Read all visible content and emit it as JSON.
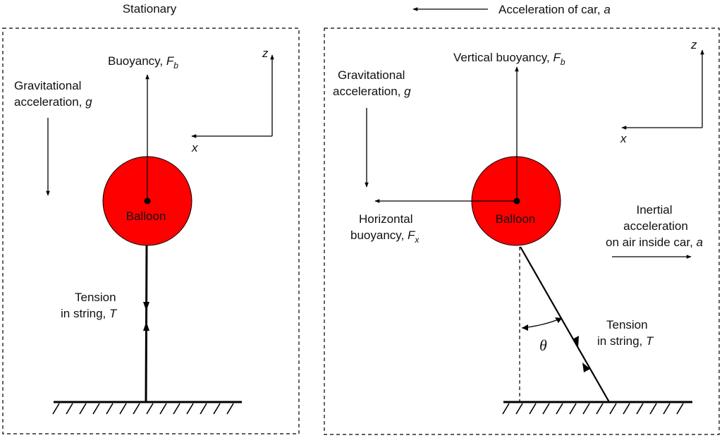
{
  "colors": {
    "balloon": "#ff0000",
    "ink": "#000000"
  },
  "left_panel": {
    "title": "Stationary",
    "buoyancy": "Buoyancy, ",
    "buoyancy_sym": "F",
    "buoyancy_sub": "b",
    "grav_line1": "Gravitational",
    "grav_line2": "acceleration, ",
    "grav_sym": "g",
    "balloon": "Balloon",
    "tension_line1": "Tension",
    "tension_line2": "in string, ",
    "tension_sym": "T",
    "axis_z": "z",
    "axis_x": "x"
  },
  "right_panel": {
    "title": "Acceleration of car, ",
    "title_sym": "a",
    "buoyancy": "Vertical buoyancy, ",
    "buoyancy_sym": "F",
    "buoyancy_sub": "b",
    "grav_line1": "Gravitational",
    "grav_line2": "acceleration, ",
    "grav_sym": "g",
    "balloon": "Balloon",
    "hbuoy_line1": "Horizontal",
    "hbuoy_line2": "buoyancy, ",
    "hbuoy_sym": "F",
    "hbuoy_sub": "x",
    "inertial_line1": "Inertial",
    "inertial_line2": "acceleration",
    "inertial_line3": "on air inside car, ",
    "inertial_sym": "a",
    "tension_line1": "Tension",
    "tension_line2": "in string, ",
    "tension_sym": "T",
    "angle": "θ",
    "axis_z": "z",
    "axis_x": "x"
  }
}
